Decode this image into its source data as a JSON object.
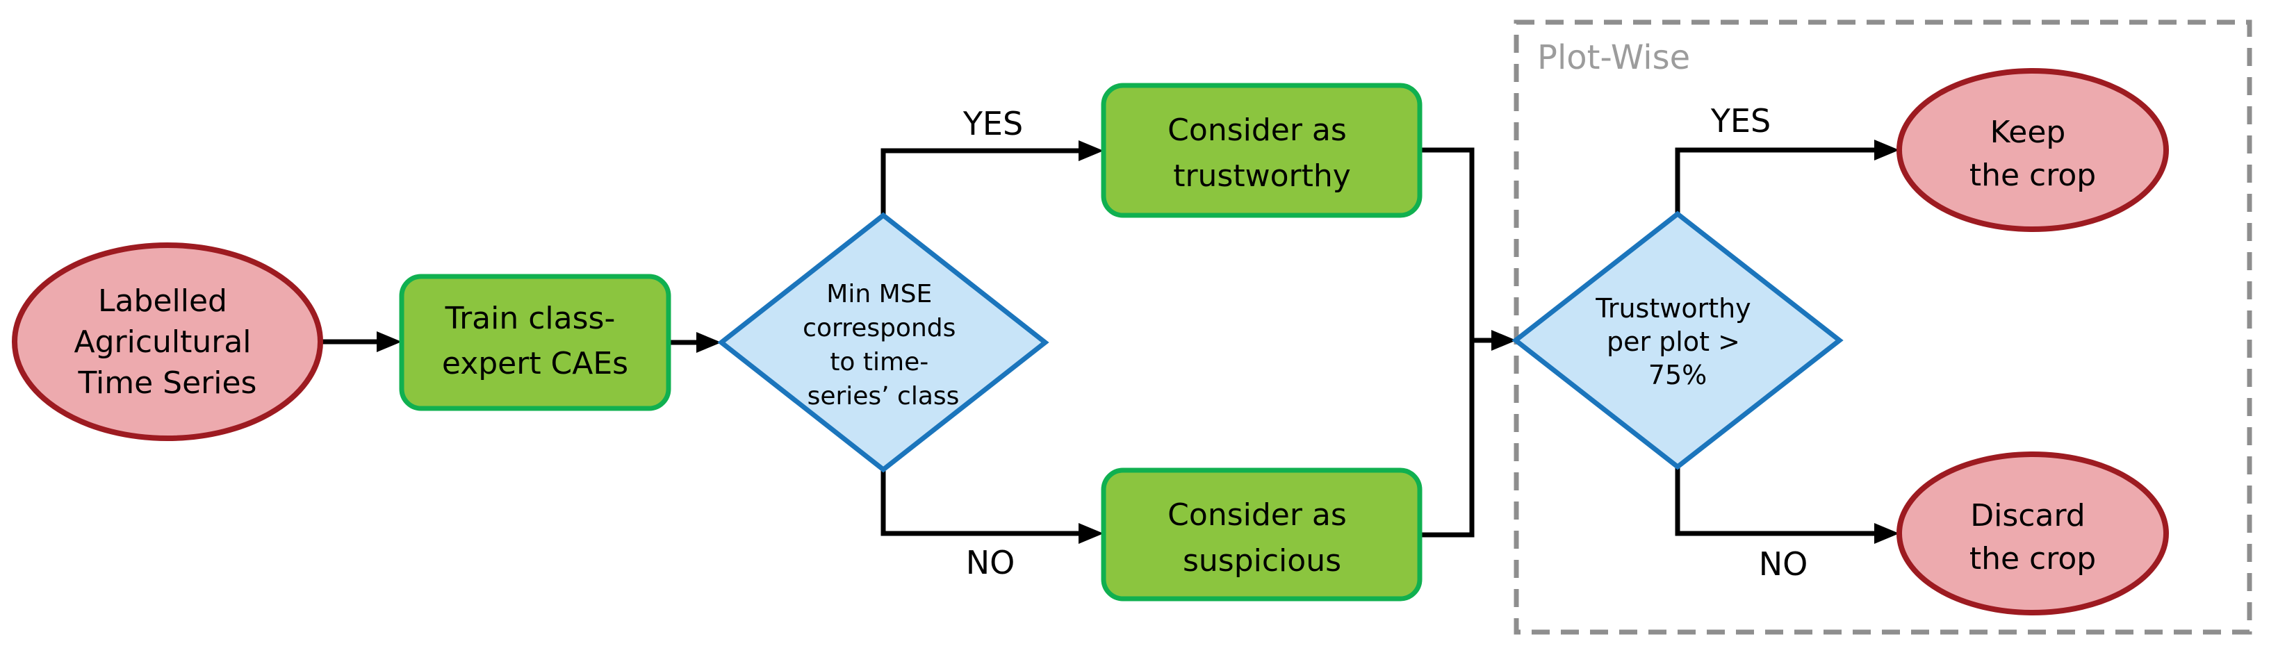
{
  "group": {
    "label": "Plot-Wise"
  },
  "nodes": {
    "start": {
      "shape": "ellipse",
      "lines": [
        "Labelled",
        "Agricultural",
        "Time Series"
      ]
    },
    "train": {
      "shape": "rounded-rect",
      "lines": [
        "Train class-",
        "expert CAEs"
      ]
    },
    "mse_decision": {
      "shape": "diamond",
      "lines": [
        "Min MSE",
        "corresponds",
        "to time-",
        "series’ class"
      ]
    },
    "trustworthy": {
      "shape": "rounded-rect",
      "lines": [
        "Consider as",
        "trustworthy"
      ]
    },
    "suspicious": {
      "shape": "rounded-rect",
      "lines": [
        "Consider as",
        "suspicious"
      ]
    },
    "plot_decision": {
      "shape": "diamond",
      "lines": [
        "Trustworthy",
        "per plot >",
        "75%"
      ]
    },
    "keep": {
      "shape": "ellipse",
      "lines": [
        "Keep",
        "the crop"
      ]
    },
    "discard": {
      "shape": "ellipse",
      "lines": [
        "Discard",
        "the crop"
      ]
    }
  },
  "edge_labels": {
    "yes1": "YES",
    "no1": "NO",
    "yes2": "YES",
    "no2": "NO"
  },
  "colors": {
    "pink_fill": "#edaaae",
    "pink_stroke": "#9d1b21",
    "green_fill": "#8bc53f",
    "green_stroke": "#10b050",
    "blue_fill": "#c8e4f8",
    "blue_stroke": "#1b75bc",
    "dashed_border": "#8e8e8e",
    "group_label_color": "#9c9c9c"
  }
}
